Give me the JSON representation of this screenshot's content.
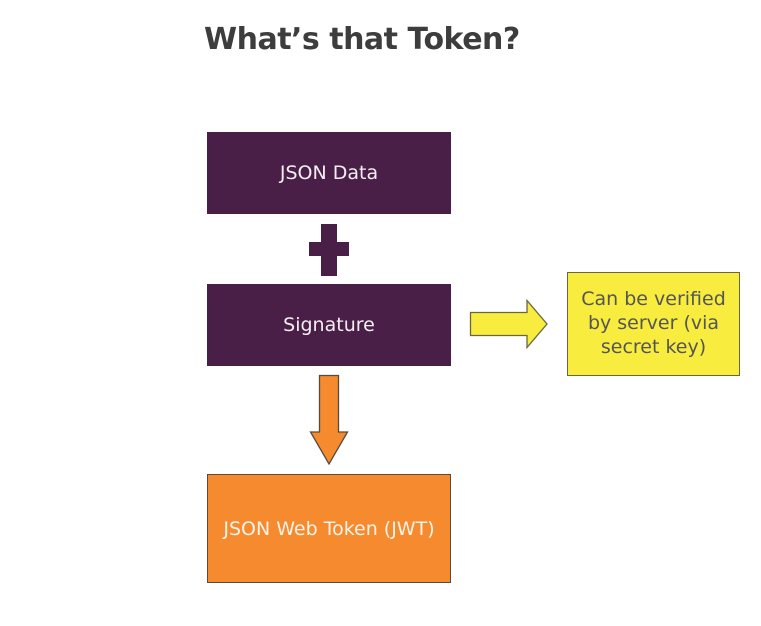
{
  "title": "What’s that Token?",
  "nodes": {
    "json_data": "JSON Data",
    "signature": "Signature",
    "jwt": "JSON Web Token (JWT)",
    "verified": "Can be verified by server (via secret key)"
  },
  "colors": {
    "purple": "#4a1f47",
    "orange": "#f68a2f",
    "yellow": "#f8ec3f"
  },
  "icons": {
    "plus": "plus-icon",
    "down": "arrow-down-icon",
    "right": "arrow-right-icon"
  }
}
